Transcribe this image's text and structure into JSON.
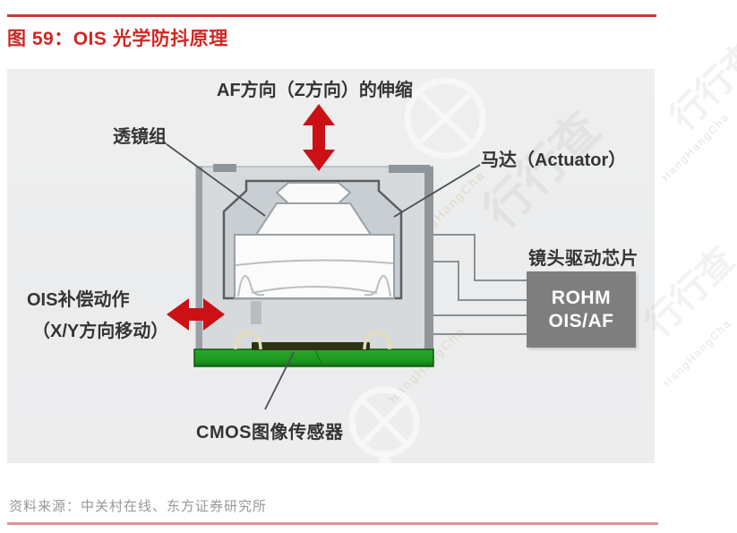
{
  "header": {
    "figure_title": "图 59：OIS 光学防抖原理"
  },
  "diagram": {
    "af_label": "AF方向（Z方向）的伸缩",
    "lens_group_label": "透镜组",
    "actuator_label": "马达（Actuator）",
    "ois_label_line1": "OIS补偿动作",
    "ois_label_line2": "（X/Y方向移动）",
    "driver_chip_label": "镜头驱动芯片",
    "chip_name_line1": "ROHM",
    "chip_name_line2": "OIS/AF",
    "cmos_label": "CMOS图像传感器",
    "colors": {
      "arrow_red": "#cb1016",
      "pcb_green": "#1f9b21",
      "chip_gray": "#7e7e7e",
      "title_red": "#cf2722"
    }
  },
  "watermark": {
    "cn": "行行查",
    "en": "HangHangCha"
  },
  "footer": {
    "source": "资料来源：中关村在线、东方证券研究所"
  }
}
